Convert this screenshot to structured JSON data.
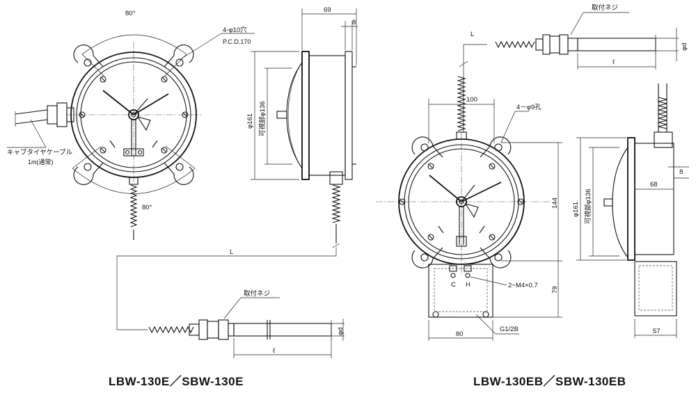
{
  "views": {
    "left": {
      "caption": "LBW-130E／SBW-130E",
      "angle_top": "80°",
      "angle_bottom": "80°",
      "holes_line1": "4-φ10穴",
      "holes_line2": "P.C.D.170",
      "cable_line1": "キャブタイヤケーブル",
      "cable_line2": "1m(通常)",
      "dim_69": "69",
      "dim_8": "8",
      "dim_d161": "φ161",
      "dim_visible": "可視部φ136",
      "dim_L": "L",
      "mount_thread": "取付ネジ",
      "dim_phi_d": "φd",
      "dim_ell": "ℓ"
    },
    "right": {
      "caption": "LBW-130EB／SBW-130EB",
      "mount_thread": "取付ネジ",
      "dim_L": "L",
      "dim_phi_d": "φd",
      "dim_ell": "ℓ",
      "dim_100": "100",
      "holes": "4－φ9孔",
      "dim_144": "144",
      "dim_79": "79",
      "terminal_c": "C",
      "terminal_h": "H",
      "screw": "2−M4×0.7",
      "dim_80": "80",
      "conduit": "G1/2B",
      "dim_d161": "φ161",
      "dim_visible": "可視部φ136",
      "dim_68": "68",
      "dim_8": "8",
      "dim_57": "57"
    }
  }
}
